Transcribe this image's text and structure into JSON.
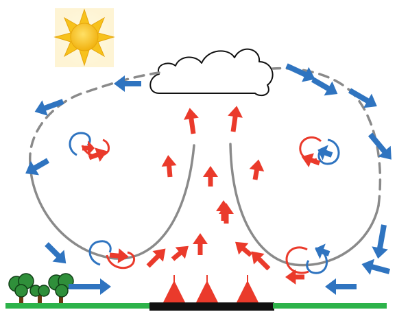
{
  "diagram": {
    "type": "convection circulation schematic",
    "colors": {
      "background": "#ffffff",
      "sun_core": "#f4c21a",
      "sun_glow": "#fff3bf",
      "cloud_fill": "#ffffff",
      "cloud_stroke": "#111111",
      "ground_grass": "#2db34a",
      "ground_hot": "#111111",
      "warm_arrow": "#ea3a2b",
      "cool_arrow": "#2f74c0",
      "circulation_line": "#8a8a8a",
      "tree_foliage": "#2f8f3a",
      "tree_trunk": "#6b3b14"
    },
    "elements": {
      "sun": {
        "icon": "sun-icon"
      },
      "cloud": {
        "icon": "cloud-icon"
      },
      "trees": {
        "icon": "tree-icon",
        "count": 3
      },
      "ground": {
        "segments": [
          "grass",
          "hot-surface",
          "grass"
        ]
      },
      "warm_arrows": {
        "icon": "red-arrow-icon",
        "count": 20
      },
      "cool_arrows": {
        "icon": "blue-arrow-icon",
        "count": 14
      },
      "eddies": {
        "icon": "eddy-icon",
        "count": 4
      },
      "circulation_paths": {
        "count": 4,
        "style": [
          "solid",
          "dashed"
        ]
      }
    }
  }
}
